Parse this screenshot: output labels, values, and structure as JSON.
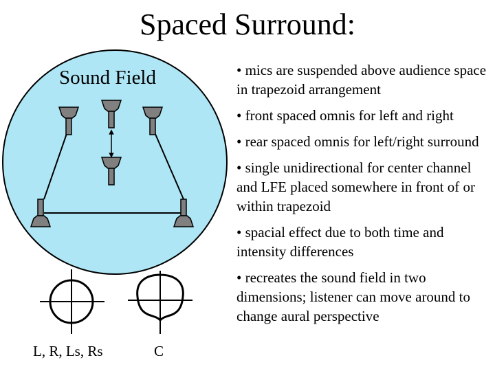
{
  "title": "Spaced Surround:",
  "diagram": {
    "field_label": "Sound Field",
    "colors": {
      "field_fill": "#aee6f6",
      "mic_fill": "#808080",
      "outline": "#000000"
    }
  },
  "patterns": {
    "omni_label": "L, R, Ls, Rs",
    "cardioid_label": "C"
  },
  "bullets": [
    "• mics are suspended above audience space in trapezoid arrangement",
    "• front spaced omnis for left and right",
    "• rear spaced omnis for left/right surround",
    "• single unidirectional for center channel and LFE placed somewhere in front of or within trapezoid",
    "• spacial effect due to both time and intensity differences",
    "• recreates the sound field in two dimensions; listener can move around to change aural perspective"
  ]
}
